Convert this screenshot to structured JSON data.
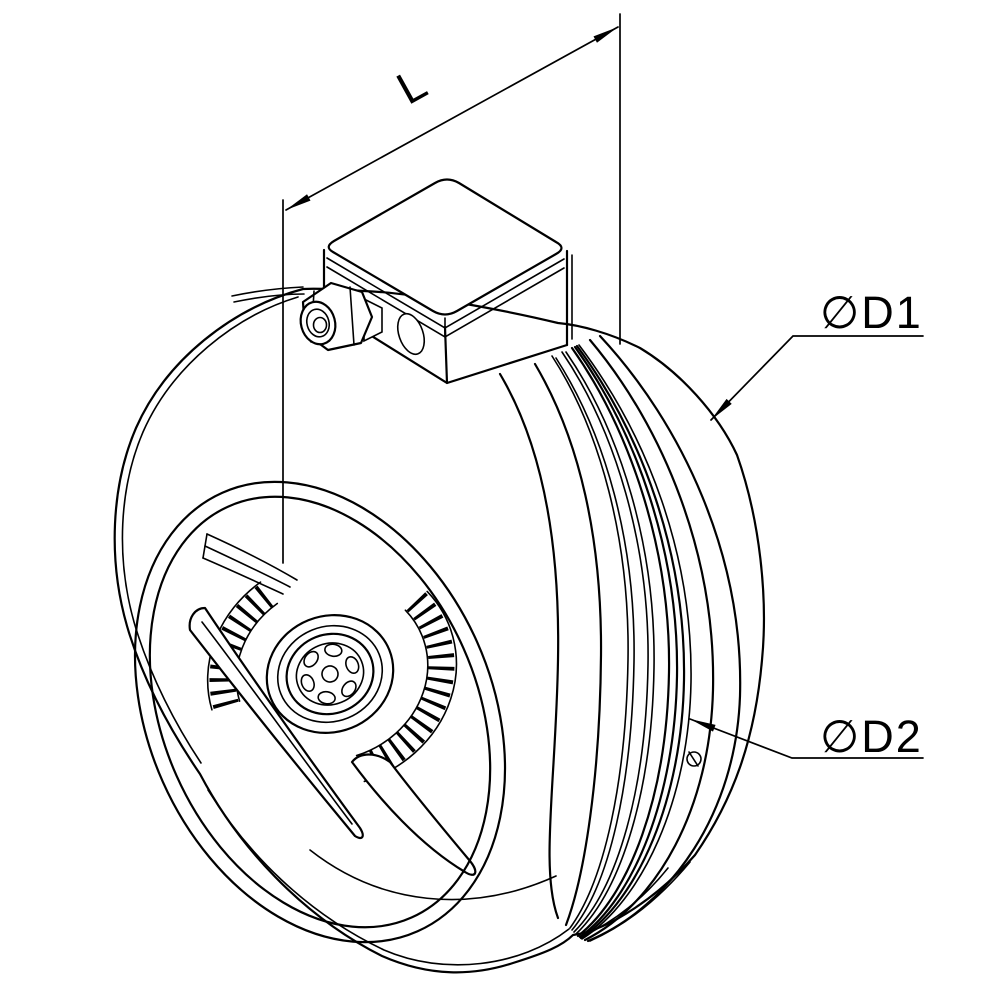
{
  "figure": {
    "background_color": "#ffffff",
    "line_color": "#000000",
    "annotations": {
      "length": {
        "label": "L"
      },
      "outer_diameter": {
        "label": "∅D1"
      },
      "duct_diameter": {
        "label": "∅D2"
      }
    }
  }
}
